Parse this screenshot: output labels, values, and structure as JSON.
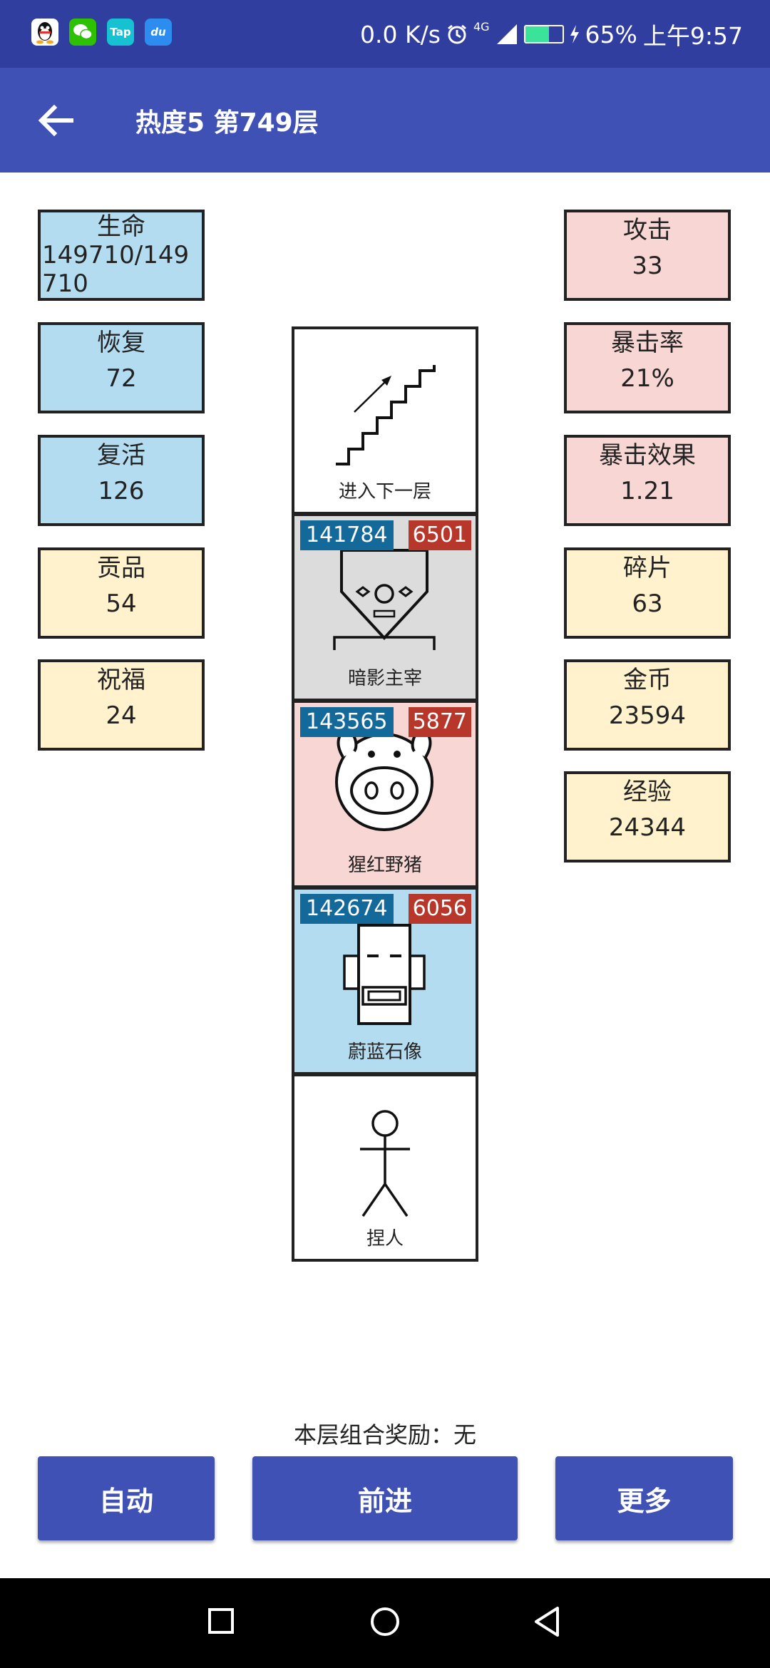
{
  "status_bar": {
    "apps": [
      {
        "icon": "qq-icon",
        "color": "#ffffff",
        "text": ""
      },
      {
        "icon": "wechat-icon",
        "color": "#2DC100",
        "text": ""
      },
      {
        "icon": "taptap-icon",
        "color": "#16C2D2",
        "text": "Tap"
      },
      {
        "icon": "du-icon",
        "color": "#2D8CF0",
        "text": "du"
      }
    ],
    "net_speed": "0.0 K/s",
    "network": "4G",
    "battery_level": 0.65,
    "battery_text": "65%",
    "time": "上午9:57"
  },
  "app_bar": {
    "title": "热度5 第749层"
  },
  "left_stats": [
    {
      "label": "生命",
      "value": "149710/149710",
      "color": "blue"
    },
    {
      "label": "恢复",
      "value": "72",
      "color": "blue"
    },
    {
      "label": "复活",
      "value": "126",
      "color": "blue"
    },
    {
      "label": "贡品",
      "value": "54",
      "color": "yellow"
    },
    {
      "label": "祝福",
      "value": "24",
      "color": "yellow"
    }
  ],
  "right_stats": [
    {
      "label": "攻击",
      "value": "33",
      "color": "pink"
    },
    {
      "label": "暴击率",
      "value": "21%",
      "color": "pink"
    },
    {
      "label": "暴击效果",
      "value": "1.21",
      "color": "pink"
    },
    {
      "label": "碎片",
      "value": "63",
      "color": "yellow"
    },
    {
      "label": "金币",
      "value": "23594",
      "color": "yellow"
    },
    {
      "label": "经验",
      "value": "24344",
      "color": "yellow"
    }
  ],
  "tower": {
    "stairs": {
      "name": "进入下一层"
    },
    "monsters": [
      {
        "name": "暗影主宰",
        "hp": "141784",
        "atk": "6501",
        "bg": "#DCDCDC"
      },
      {
        "name": "猩红野猪",
        "hp": "143565",
        "atk": "5877",
        "bg": "#F8D6D4"
      },
      {
        "name": "蔚蓝石像",
        "hp": "142674",
        "atk": "6056",
        "bg": "#B4DCF0"
      }
    ],
    "player": {
      "name": "捏人"
    }
  },
  "combo_reward": "本层组合奖励：无",
  "buttons": {
    "auto": "自动",
    "forward": "前进",
    "more": "更多"
  }
}
